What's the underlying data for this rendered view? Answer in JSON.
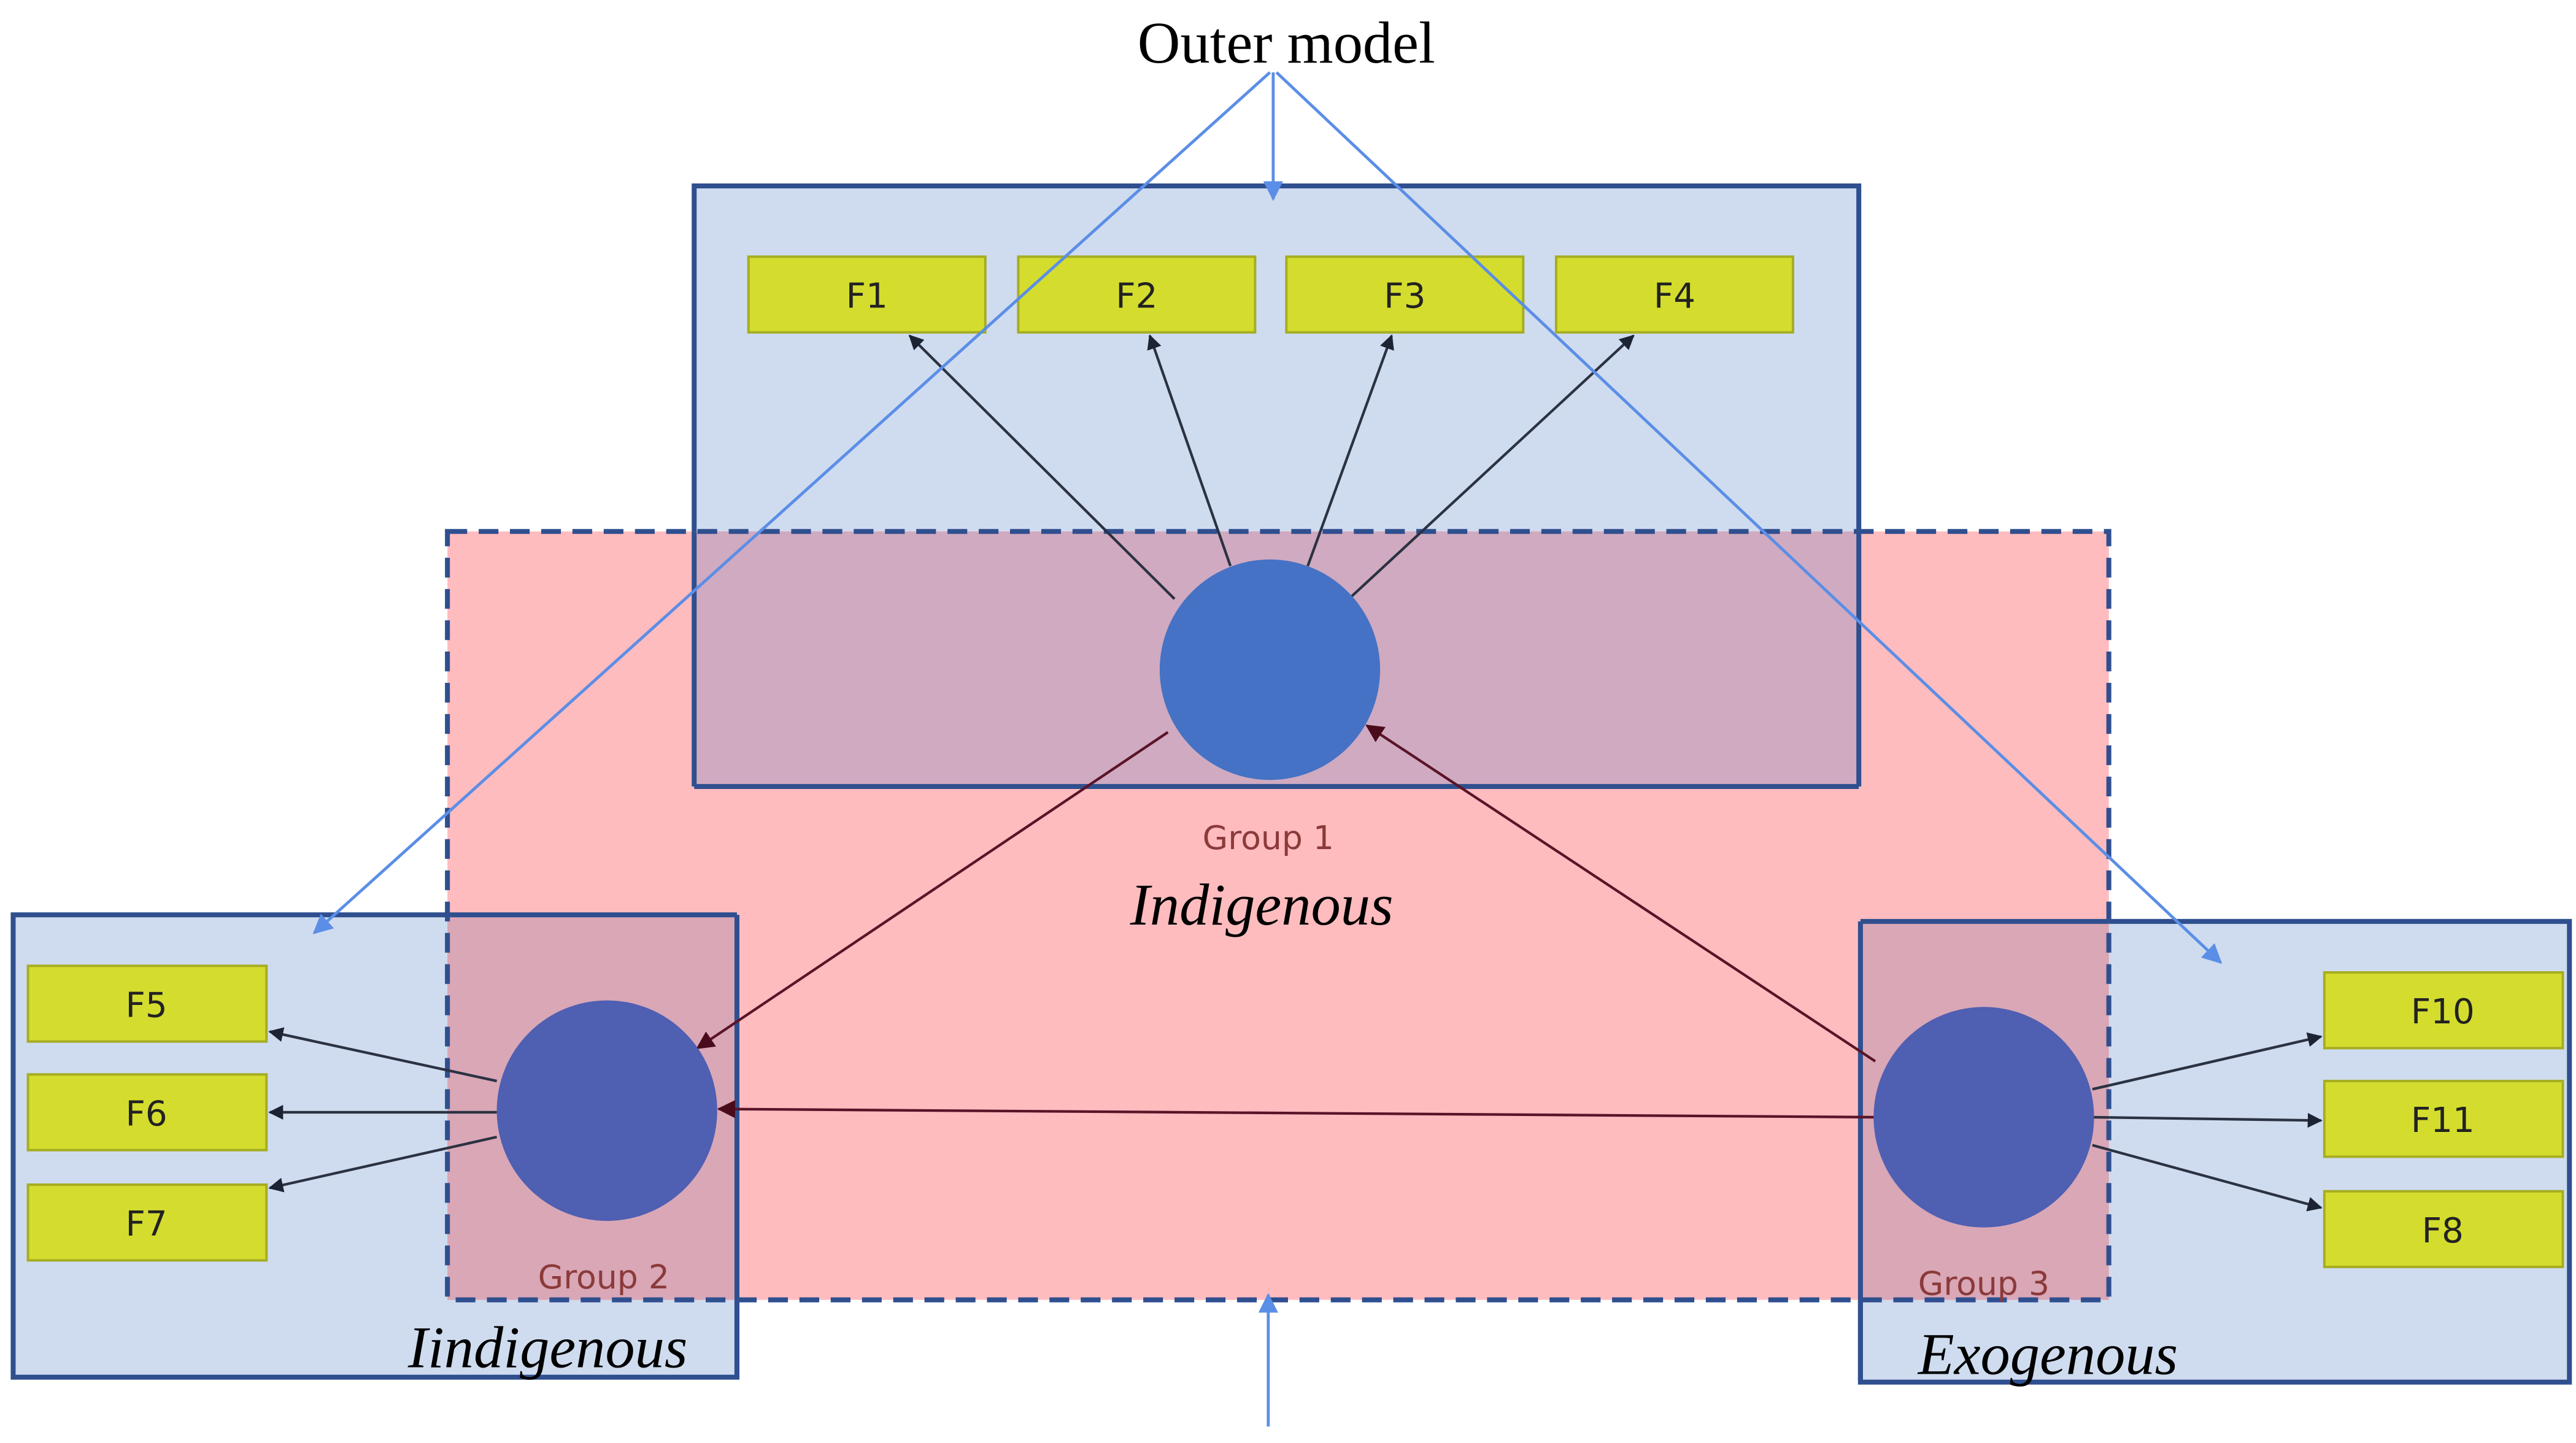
{
  "title": "Outer model",
  "groups": {
    "group1": {
      "label": "Group 1",
      "type": "Indigenous"
    },
    "group2": {
      "label": "Group 2",
      "type": "Iindigenous"
    },
    "group3": {
      "label": "Group 3",
      "type": "Exogenous"
    }
  },
  "factors": {
    "f1": "F1",
    "f2": "F2",
    "f3": "F3",
    "f4": "F4",
    "f5": "F5",
    "f6": "F6",
    "f7": "F7",
    "f10": "F10",
    "f11": "F11",
    "f8": "F8"
  },
  "colors": {
    "outer_box_fill": "#cfdcef",
    "outer_box_border": "#2f4f8f",
    "inner_fill": "#ffbcbf",
    "overlap_fill": "#d0aac0",
    "factor_fill": "#d4dd2e",
    "factor_border": "#a6ad22",
    "node_fill": "#4572c4",
    "pointer_line": "#5b8ee6",
    "group_label": "#8b3a3a"
  }
}
